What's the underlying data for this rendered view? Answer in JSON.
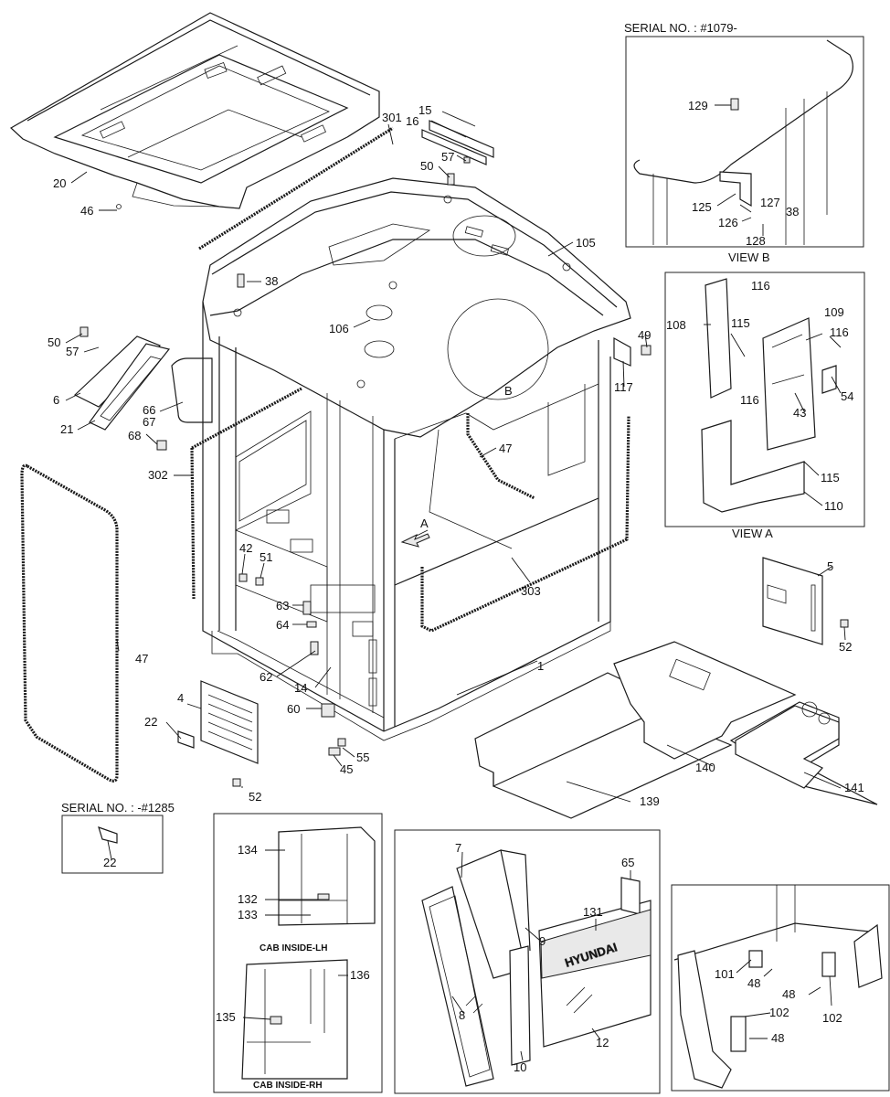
{
  "captions": {
    "serial_b": "SERIAL NO. : #1079-",
    "serial_22": "SERIAL NO. : -#1285",
    "view_b": "VIEW B",
    "view_a": "VIEW A",
    "cab_lh": "CAB INSIDE-LH",
    "cab_rh": "CAB INSIDE-RH",
    "arrow_a": "A",
    "circle_b": "B",
    "brand": "HYUNDAI"
  },
  "part_labels": [
    "301",
    "15",
    "16",
    "57",
    "50",
    "20",
    "46",
    "105",
    "38",
    "106",
    "B",
    "50",
    "57",
    "6",
    "21",
    "66",
    "67",
    "68",
    "302",
    "49",
    "117",
    "47",
    "A",
    "42",
    "51",
    "63",
    "64",
    "62",
    "14",
    "60",
    "47",
    "303",
    "1",
    "4",
    "22",
    "52",
    "55",
    "45",
    "129",
    "125",
    "127",
    "126",
    "128",
    "38",
    "116",
    "108",
    "109",
    "115",
    "116",
    "54",
    "43",
    "116",
    "115",
    "110",
    "5",
    "52",
    "139",
    "140",
    "141",
    "22",
    "134",
    "132",
    "133",
    "136",
    "135",
    "7",
    "65",
    "131",
    "9",
    "8",
    "12",
    "10",
    "101",
    "48",
    "48",
    "102",
    "102",
    "48"
  ]
}
